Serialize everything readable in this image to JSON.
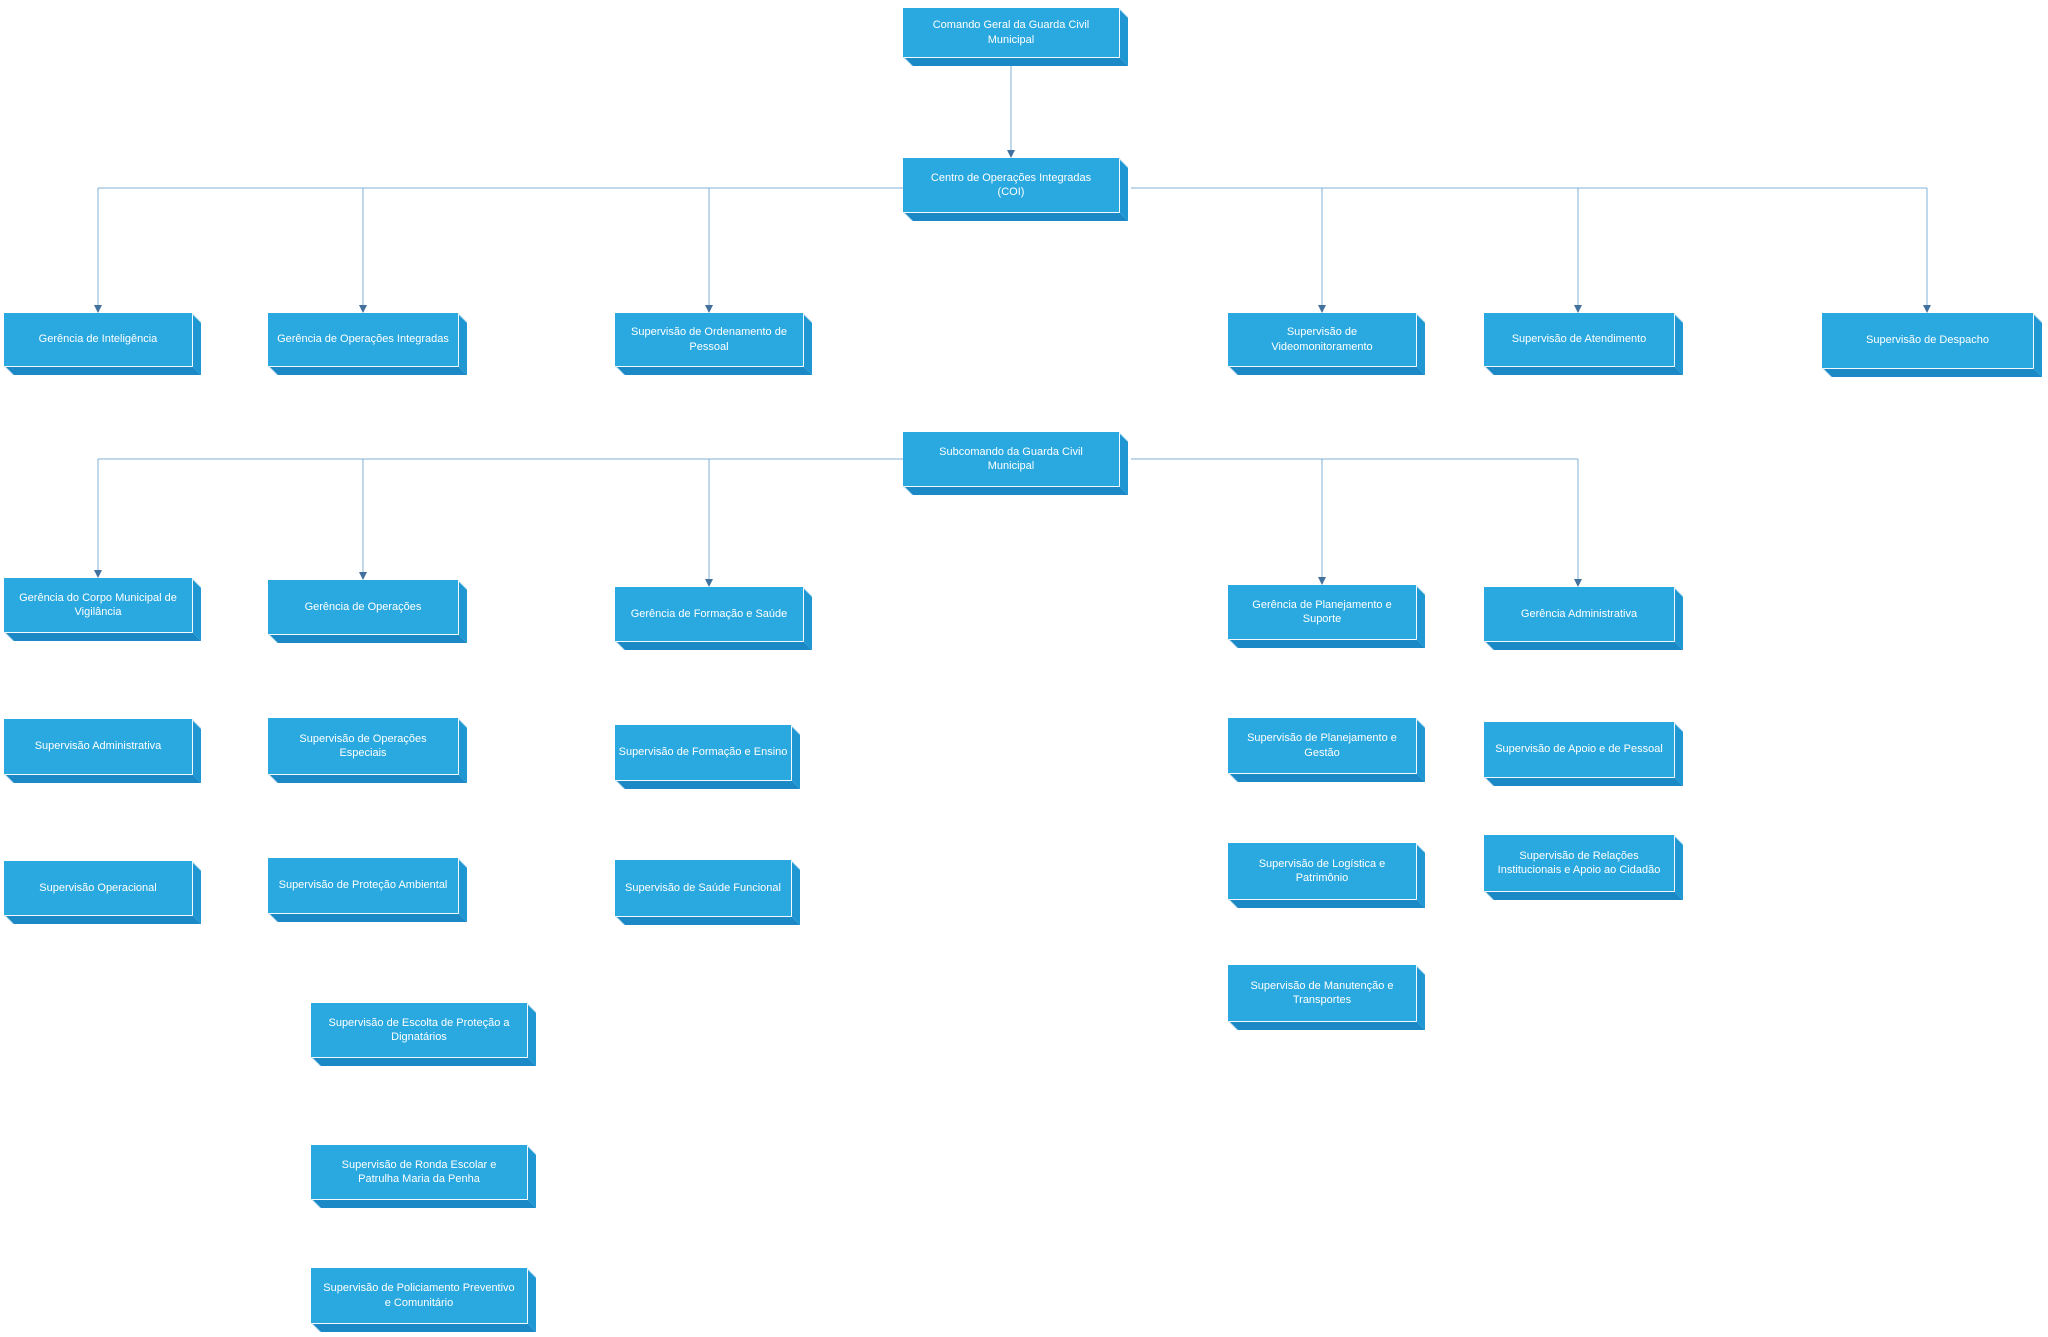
{
  "colors": {
    "node-fill": "#29A9E0",
    "node-side": "#1F97D2",
    "node-side-dark": "#1A89C6",
    "node-text": "#FFFFFF",
    "wire": "#7FB2D9",
    "arrow": "#41719C",
    "background": "#FFFFFF"
  },
  "nodes": {
    "comando_geral": {
      "label": "Comando Geral da Guarda Civil Municipal"
    },
    "coi": {
      "label": "Centro de Operações Integradas (COI)"
    },
    "ger_inteligencia": {
      "label": "Gerência de Inteligência"
    },
    "ger_operacoes_integradas": {
      "label": "Gerência de Operações Integradas"
    },
    "sup_ordenamento_pessoal": {
      "label": "Supervisão de Ordenamento de Pessoal"
    },
    "sup_videomonitoramento": {
      "label": "Supervisão de Videomonitoramento"
    },
    "sup_atendimento": {
      "label": "Supervisão de Atendimento"
    },
    "sup_despacho": {
      "label": "Supervisão de Despacho"
    },
    "subcomando": {
      "label": "Subcomando da Guarda Civil Municipal"
    },
    "ger_corpo_vigilancia": {
      "label": "Gerência do Corpo Municipal de Vigilância"
    },
    "ger_operacoes": {
      "label": "Gerência de Operações"
    },
    "ger_formacao_saude": {
      "label": "Gerência de Formação e Saúde"
    },
    "ger_planejamento_suporte": {
      "label": "Gerência de Planejamento e Suporte"
    },
    "ger_administrativa": {
      "label": "Gerência Administrativa"
    },
    "sup_administrativa": {
      "label": "Supervisão Administrativa"
    },
    "sup_operacoes_especiais": {
      "label": "Supervisão de Operações Especiais"
    },
    "sup_formacao_ensino": {
      "label": "Supervisão de Formação e Ensino"
    },
    "sup_planejamento_gestao": {
      "label": "Supervisão de Planejamento e Gestão"
    },
    "sup_apoio_pessoal": {
      "label": "Supervisão de Apoio e de Pessoal"
    },
    "sup_operacional": {
      "label": "Supervisão Operacional"
    },
    "sup_protecao_ambiental": {
      "label": "Supervisão de Proteção Ambiental"
    },
    "sup_saude_funcional": {
      "label": "Supervisão de Saúde Funcional"
    },
    "sup_logistica_patrimonio": {
      "label": "Supervisão de Logística e Patrimônio"
    },
    "sup_relacoes_institucionais": {
      "label": "Supervisão de Relações Institucionais e Apoio ao Cidadão"
    },
    "sup_manutencao_transportes": {
      "label": "Supervisão de Manutenção e Transportes"
    },
    "sup_escolta_dignatarios": {
      "label": "Supervisão de Escolta de Proteção a Dignatários"
    },
    "sup_ronda_escolar": {
      "label": "Supervisão de Ronda Escolar e Patrulha Maria da Penha"
    },
    "sup_policiamento_preventivo": {
      "label": "Supervisão de Policiamento Preventivo e Comunitário"
    }
  },
  "edges": [
    {
      "from": "comando_geral",
      "to": "coi"
    },
    {
      "from": "coi",
      "to": "ger_inteligencia"
    },
    {
      "from": "coi",
      "to": "ger_operacoes_integradas"
    },
    {
      "from": "coi",
      "to": "sup_ordenamento_pessoal"
    },
    {
      "from": "coi",
      "to": "sup_videomonitoramento"
    },
    {
      "from": "coi",
      "to": "sup_atendimento"
    },
    {
      "from": "coi",
      "to": "sup_despacho"
    },
    {
      "from": "subcomando",
      "to": "ger_corpo_vigilancia"
    },
    {
      "from": "subcomando",
      "to": "ger_operacoes"
    },
    {
      "from": "subcomando",
      "to": "ger_formacao_saude"
    },
    {
      "from": "subcomando",
      "to": "ger_planejamento_suporte"
    },
    {
      "from": "subcomando",
      "to": "ger_administrativa"
    }
  ],
  "stacked_below": {
    "ger_corpo_vigilancia": [
      "sup_administrativa",
      "sup_operacional"
    ],
    "ger_operacoes": [
      "sup_operacoes_especiais",
      "sup_protecao_ambiental",
      "sup_escolta_dignatarios",
      "sup_ronda_escolar",
      "sup_policiamento_preventivo"
    ],
    "ger_formacao_saude": [
      "sup_formacao_ensino",
      "sup_saude_funcional"
    ],
    "ger_planejamento_suporte": [
      "sup_planejamento_gestao",
      "sup_logistica_patrimonio",
      "sup_manutencao_transportes"
    ],
    "ger_administrativa": [
      "sup_apoio_pessoal",
      "sup_relacoes_institucionais"
    ]
  }
}
